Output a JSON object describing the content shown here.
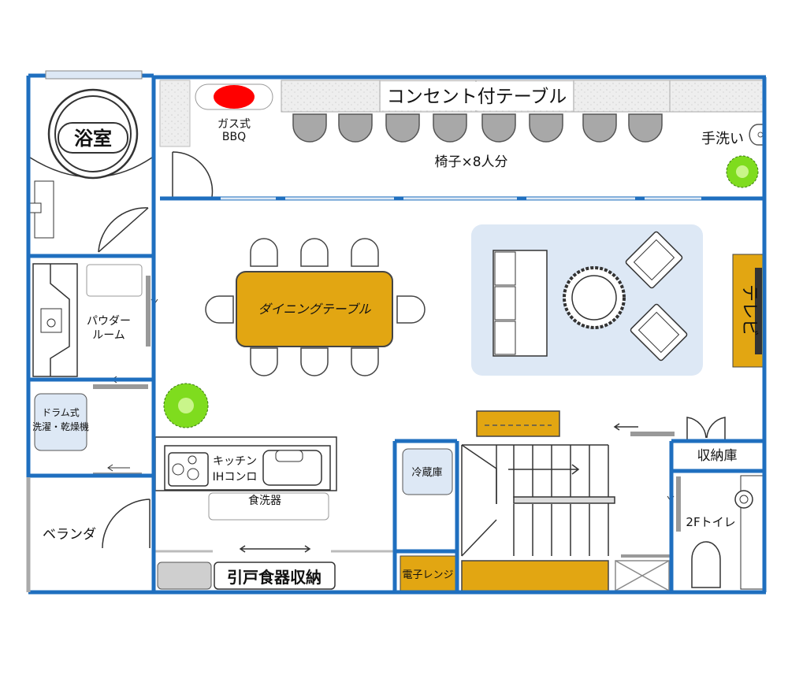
{
  "rooms": {
    "bath": "浴室",
    "powder_line1": "パウダー",
    "powder_line2": "ルーム",
    "washer_line1": "ドラム式",
    "washer_line2": "洗濯・乾燥機",
    "veranda": "ベランダ",
    "storage": "収納庫",
    "toilet": "2Fトイレ"
  },
  "terrace": {
    "bbq_line1": "ガス式",
    "bbq_line2": "BBQ",
    "table": "コンセント付テーブル",
    "chairs": "椅子×8人分",
    "handwash": "手洗い"
  },
  "living": {
    "dining_table": "ダイニングテーブル",
    "tv": "テレビ"
  },
  "kitchen": {
    "line1": "キッチン",
    "line2": "IHコンロ",
    "dishwasher": "食洗器",
    "cabinet": "引戸食器収納",
    "fridge": "冷蔵庫",
    "microwave": "電子レンジ"
  },
  "colors": {
    "wall": "#1f6fbf",
    "furniture": "#e2a612",
    "bbq": "#ff0000",
    "plant": "#7fdc1e",
    "living_area": "#dde8f5",
    "counter": "#e8e8e8"
  }
}
